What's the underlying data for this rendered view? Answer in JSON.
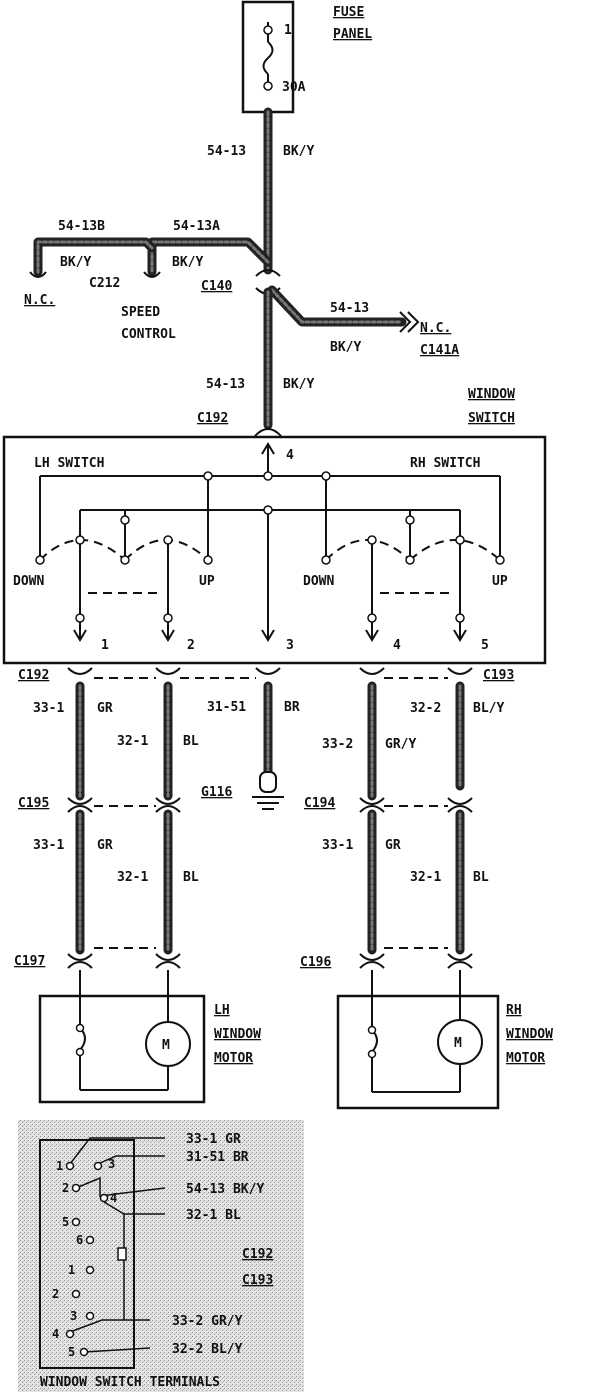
{
  "fuse_panel": {
    "label_line1": "FUSE",
    "label_line2": "PANEL",
    "pin_top": "1",
    "rating": "30A"
  },
  "wires": {
    "main_circuit": "54-13",
    "main_color": "BK/Y",
    "circuit_13b": "54-13B",
    "color_13b": "BK/Y",
    "circuit_13a": "54-13A",
    "color_13a": "BK/Y",
    "branch_circuit": "54-13",
    "branch_color": "BK/Y",
    "lower_circuit": "54-13",
    "lower_color": "BK/Y"
  },
  "connectors": {
    "c212": "C212",
    "c140": "C140",
    "c141a": "C141A",
    "c192_top": "C192",
    "c192_bottom": "C192",
    "c193": "C193",
    "c195": "C195",
    "c194": "C194",
    "c197": "C197",
    "c196": "C196",
    "g116": "G116"
  },
  "labels": {
    "nc_left": "N.C.",
    "nc_right": "N.C.",
    "speed": "SPEED",
    "control": "CONTROL",
    "window": "WINDOW",
    "switch": "SWITCH",
    "lh_switch": "LH SWITCH",
    "rh_switch": "RH SWITCH",
    "down": "DOWN",
    "up": "UP",
    "pin4_top": "4",
    "pin1": "1",
    "pin2": "2",
    "pin3": "3",
    "pin4": "4",
    "pin5": "5"
  },
  "lower_wires": {
    "w1_circuit": "33-1",
    "w1_color": "GR",
    "w2_circuit": "32-1",
    "w2_color": "BL",
    "w3_circuit": "31-51",
    "w3_color": "BR",
    "w4_circuit": "33-2",
    "w4_color": "GR/Y",
    "w5_circuit": "32-2",
    "w5_color": "BL/Y",
    "l1_circuit": "33-1",
    "l1_color": "GR",
    "l2_circuit": "32-1",
    "l2_color": "BL",
    "r1_circuit": "33-1",
    "r1_color": "GR",
    "r2_circuit": "32-1",
    "r2_color": "BL"
  },
  "motors": {
    "lh_line1": "LH",
    "lh_line2": "WINDOW",
    "lh_line3": "MOTOR",
    "rh_line1": "RH",
    "rh_line2": "WINDOW",
    "rh_line3": "MOTOR",
    "motor_symbol": "M"
  },
  "terminals": {
    "caption": "WINDOW SWITCH TERMINALS",
    "conn_a": "C192",
    "conn_b": "C193",
    "callout_1": "33-1 GR",
    "callout_2": "31-51 BR",
    "callout_3": "54-13 BK/Y",
    "callout_4": "32-1 BL",
    "callout_5": "33-2 GR/Y",
    "callout_6": "32-2 BL/Y",
    "pins_upper": [
      "1",
      "3",
      "2",
      "4",
      "5",
      "6"
    ],
    "pins_lower": [
      "1",
      "2",
      "3",
      "4",
      "5"
    ]
  }
}
